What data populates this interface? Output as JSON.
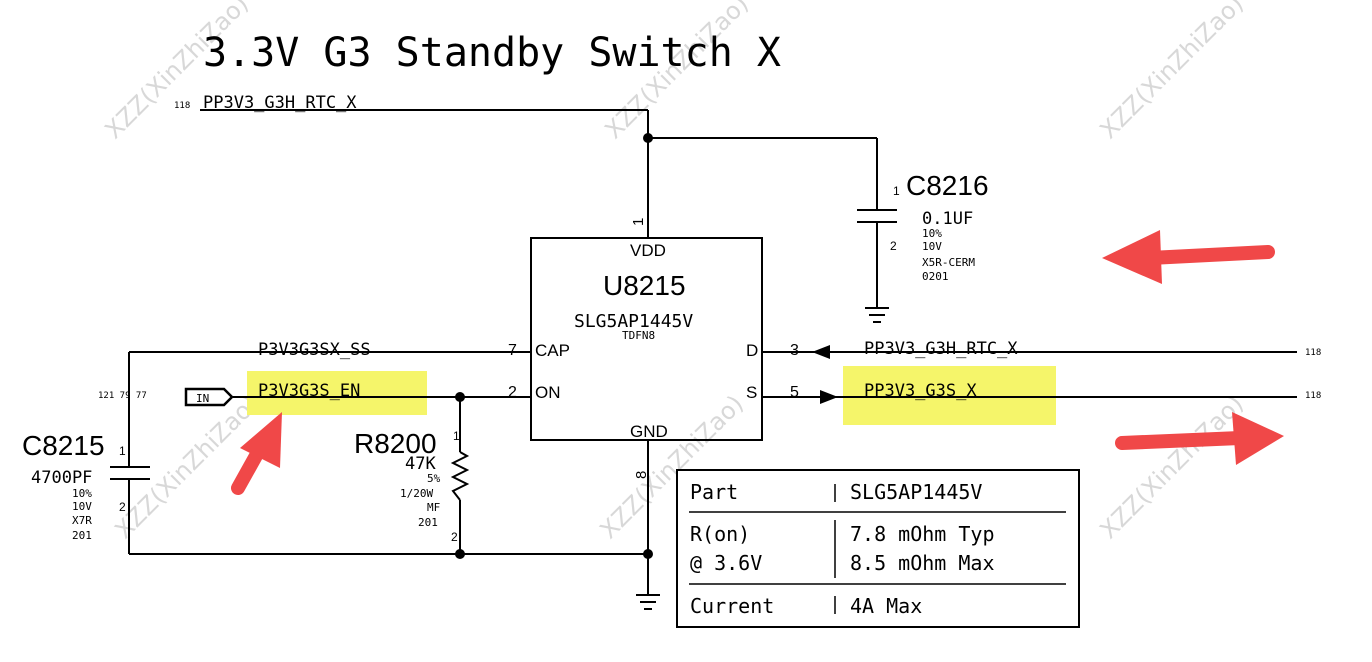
{
  "title": "3.3V G3 Standby Switch X",
  "watermark": "XZZ(XinZhiZao)",
  "highlight_color": "#f5f56a",
  "arrow_color": "#f04848",
  "nets": {
    "top_rail": {
      "ref": "118",
      "name": "PP3V3_G3H_RTC_X"
    },
    "cap_net": {
      "name": "P3V3G3SX_SS"
    },
    "en_net": {
      "refs": "121  79  77",
      "port": "IN",
      "name": "P3V3G3S_EN"
    },
    "d_net": {
      "name": "PP3V3_G3H_RTC_X",
      "ref": "118"
    },
    "s_net": {
      "name": "PP3V3_G3S_X",
      "ref": "118"
    }
  },
  "ic": {
    "ref": "U8215",
    "part": "SLG5AP1445V",
    "package": "TDFN8",
    "pins": {
      "vdd": {
        "name": "VDD",
        "num": "1"
      },
      "gnd": {
        "name": "GND",
        "num": "8"
      },
      "cap": {
        "name": "CAP",
        "num": "7"
      },
      "on": {
        "name": "ON",
        "num": "2"
      },
      "d": {
        "name": "D",
        "num": "3"
      },
      "s": {
        "name": "S",
        "num": "5"
      }
    }
  },
  "c8216": {
    "ref": "C8216",
    "pin1": "1",
    "pin2": "2",
    "value": "0.1UF",
    "specs": [
      "10%",
      "10V",
      "X5R-CERM",
      "0201"
    ]
  },
  "c8215": {
    "ref": "C8215",
    "pin1": "1",
    "pin2": "2",
    "value": "4700PF",
    "specs": [
      "10%",
      "10V",
      "X7R",
      "201"
    ]
  },
  "r8200": {
    "ref": "R8200",
    "pin1": "1",
    "pin2": "2",
    "value": "47K",
    "specs": [
      "5%",
      "1/20W",
      "MF",
      "201"
    ]
  },
  "table": {
    "rows": [
      {
        "left": [
          "Part"
        ],
        "right": [
          "SLG5AP1445V"
        ]
      },
      {
        "left": [
          "R(on)",
          "@ 3.6V"
        ],
        "right": [
          "7.8 mOhm Typ",
          "8.5 mOhm Max"
        ]
      },
      {
        "left": [
          "Current"
        ],
        "right": [
          "4A Max"
        ]
      }
    ]
  }
}
